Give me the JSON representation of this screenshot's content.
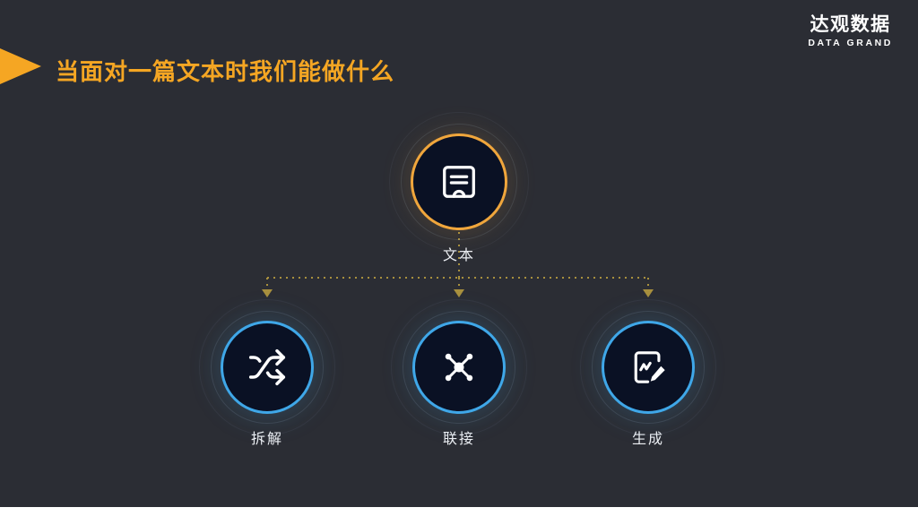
{
  "slide": {
    "title": "当面对一篇文本时我们能做什么",
    "logo": {
      "name_cn": "达观数据",
      "name_en": "DATA GRAND"
    }
  },
  "diagram": {
    "root": {
      "label": "文本",
      "icon": "document-archive-icon"
    },
    "children": [
      {
        "label": "拆解",
        "icon": "shuffle-icon"
      },
      {
        "label": "联接",
        "icon": "network-hub-icon"
      },
      {
        "label": "生成",
        "icon": "compose-document-icon"
      }
    ],
    "connector_style": "dotted-with-down-arrows"
  },
  "colors": {
    "background": "#2b2d34",
    "accent": "#f5a623",
    "root_border": "#f0a63c",
    "child_border": "#3fa7e8",
    "node_fill": "#0a1124",
    "connector": "#a8903e",
    "label_text": "#eceff3",
    "bottom_bar": "#ffffff"
  }
}
